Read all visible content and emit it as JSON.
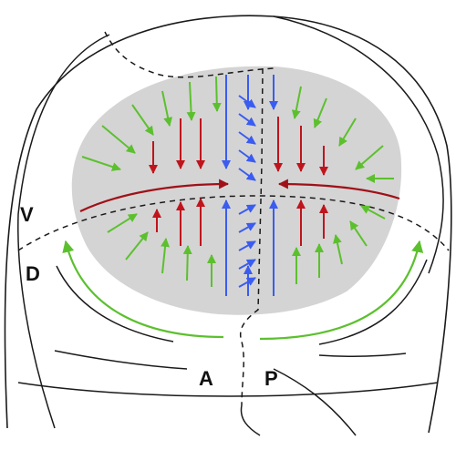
{
  "labels": {
    "ventral": "V",
    "dorsal": "D",
    "anterior": "A",
    "posterior": "P"
  },
  "colors": {
    "outline": "#1a1a1a",
    "region_fill": "#d4d4d4",
    "green_arrow": "#5cc02e",
    "blue_arrow": "#3a5cf0",
    "red_arrow": "#c0141c",
    "dark_red_arrow": "#a01018"
  }
}
